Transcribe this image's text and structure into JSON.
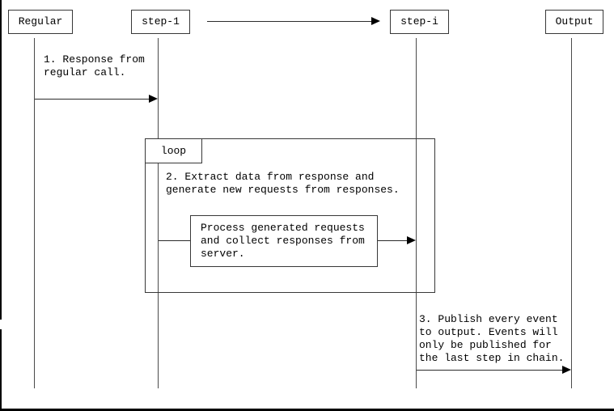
{
  "diagram": {
    "type": "sequence",
    "participants": [
      {
        "id": "regular",
        "label": "Regular"
      },
      {
        "id": "step-1",
        "label": "step-1"
      },
      {
        "id": "step-i",
        "label": "step-i"
      },
      {
        "id": "output",
        "label": "Output"
      }
    ],
    "loop_frame": {
      "label": "loop"
    },
    "messages": [
      {
        "id": "msg1",
        "from": "Regular",
        "to": "step-1",
        "lines": [
          "1. Response from",
          "regular call."
        ]
      },
      {
        "id": "msg2",
        "from": "step-1",
        "to": "step-i",
        "lines": [
          "2. Extract data from response and",
          "generate new requests from responses."
        ]
      },
      {
        "id": "process-box",
        "from": "step-1",
        "to": "step-i",
        "lines": [
          "Process generated requests",
          "and collect responses from",
          "server."
        ]
      },
      {
        "id": "msg3",
        "from": "step-i",
        "to": "Output",
        "lines": [
          "3. Publish every event",
          "to output. Events will",
          "only be published for",
          "the last step in chain."
        ]
      }
    ],
    "colors": {
      "background": "#ffffff",
      "line": "#383838",
      "lifeline": "#4a4a4a",
      "text": "#000000",
      "window_edge": "#000000"
    }
  }
}
